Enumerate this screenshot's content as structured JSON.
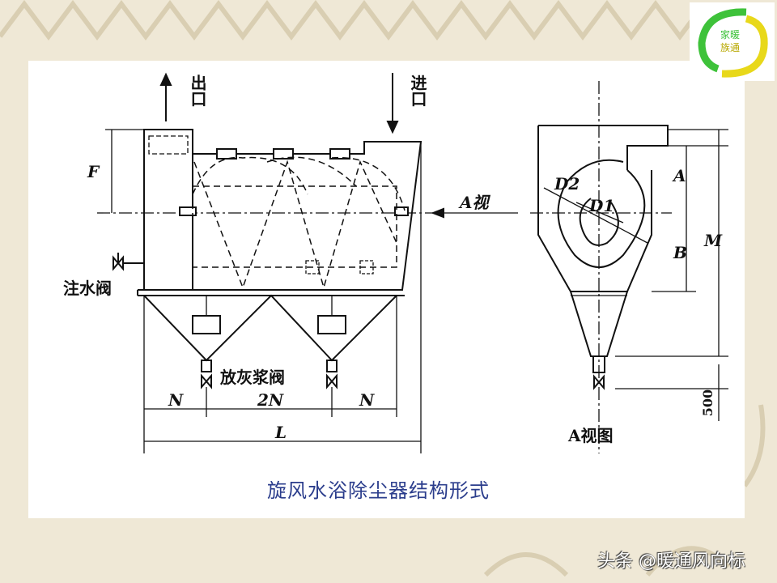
{
  "title": "旋风水浴除尘器结构形式",
  "labels": {
    "outlet": "出口",
    "inlet": "进口",
    "water_valve": "注水阀",
    "slurry_valve": "放灰浆阀",
    "a_view_arrow": "A视",
    "a_view_title": "A视图",
    "dim_f": "F",
    "dim_n1": "N",
    "dim_2n": "2N",
    "dim_n2": "N",
    "dim_l": "L",
    "dim_a": "A",
    "dim_b": "B",
    "dim_m": "M",
    "dim_500": "500",
    "d1": "D1",
    "d2": "D2"
  },
  "logo_text": "暖通家族",
  "credit": "头条 @暖通风向标",
  "colors": {
    "title": "#2b3d8c",
    "background": "#efe8d6",
    "logo_green": "#3ec23a",
    "logo_yellow": "#e8d81a"
  }
}
